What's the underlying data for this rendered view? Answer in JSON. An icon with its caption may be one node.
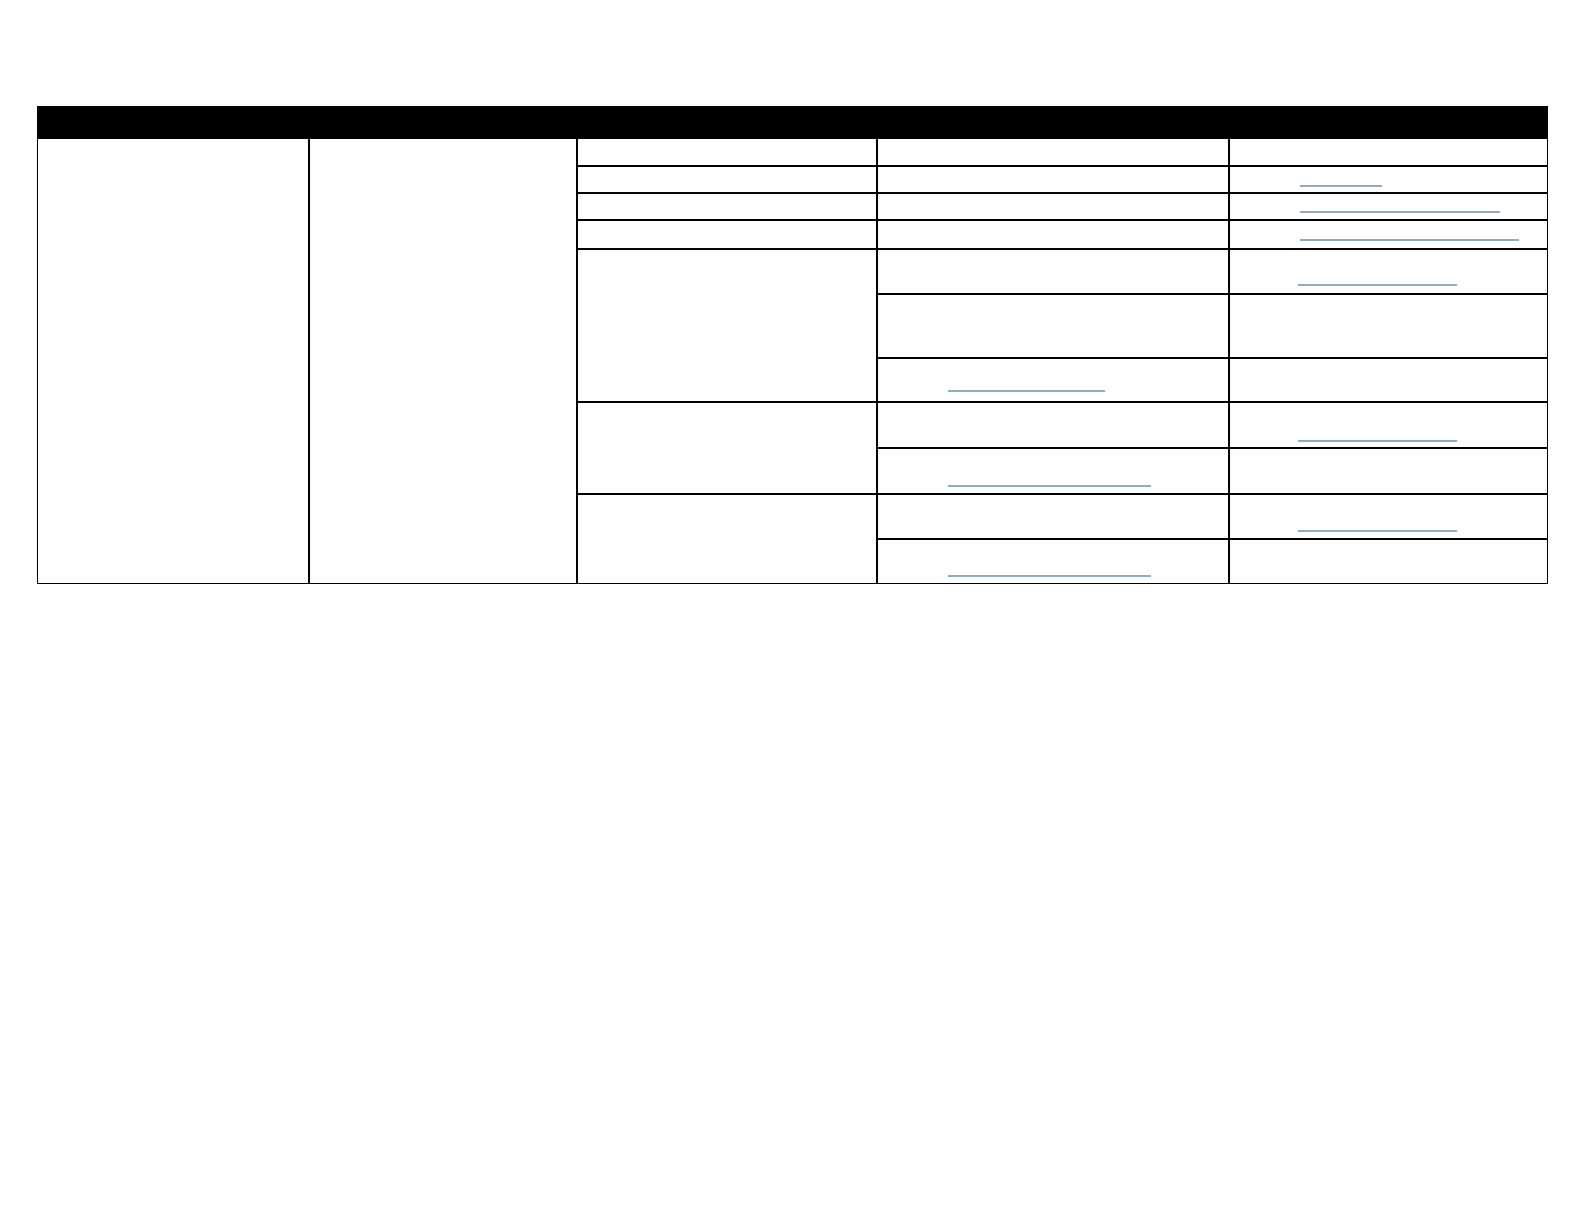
{
  "diagram": {
    "nodes": [
      {
        "text": [],
        "shape": "bar"
      },
      {
        "text": [],
        "shape": "box"
      },
      {
        "text": [],
        "shape": "box"
      },
      {
        "text": [],
        "shape": "box"
      },
      {
        "text": [],
        "shape": "box"
      },
      {
        "text": [],
        "shape": "box"
      },
      {
        "text": [],
        "shape": "box"
      },
      {
        "text": [],
        "shape": "box"
      },
      {
        "text": [],
        "shape": "box"
      },
      {
        "text": [],
        "shape": "box"
      },
      {
        "text": [],
        "shape": "box"
      },
      {
        "text": [],
        "shape": "box"
      },
      {
        "text": [],
        "shape": "box"
      },
      {
        "text": [],
        "shape": "box"
      },
      {
        "text": [],
        "shape": "box"
      },
      {
        "text": [],
        "shape": "box"
      },
      {
        "text": [],
        "shape": "box"
      },
      {
        "text": [],
        "shape": "box"
      },
      {
        "text": [],
        "shape": "box"
      },
      {
        "text": [],
        "shape": "box"
      },
      {
        "text": [],
        "shape": "box"
      },
      {
        "text": [],
        "shape": "box"
      },
      {
        "text": [],
        "shape": "box"
      },
      {
        "text": [],
        "shape": "box"
      },
      {
        "text": [],
        "shape": "box"
      },
      {
        "text": [],
        "shape": "box"
      },
      {
        "text": [],
        "shape": "box"
      },
      {
        "text": [],
        "shape": "box"
      },
      {
        "text": [],
        "shape": "box"
      },
      {
        "text": [],
        "shape": "box"
      },
      {
        "text": [],
        "shape": "box"
      },
      {
        "text": [],
        "shape": "box"
      }
    ]
  }
}
